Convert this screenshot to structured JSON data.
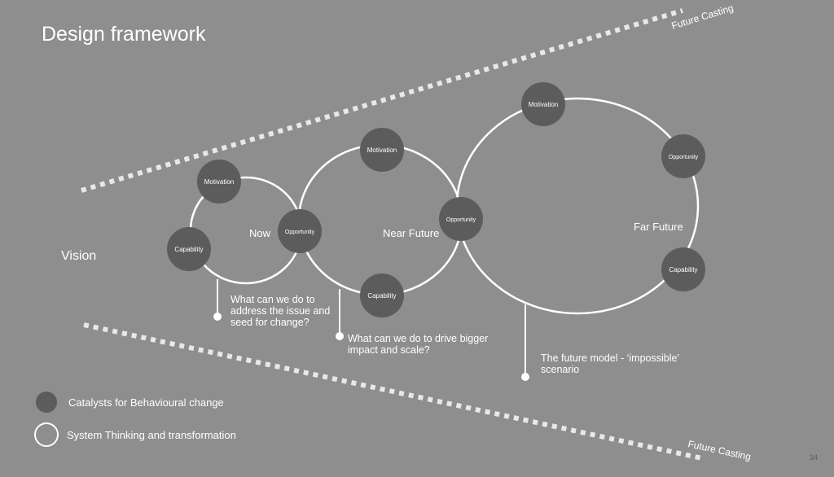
{
  "title": "Design framework",
  "future_casting_top": "Future Casting",
  "future_casting_bottom": "Future Casting",
  "vision": "Vision",
  "stages": {
    "now": "Now",
    "near": "Near Future",
    "far": "Far Future"
  },
  "nodes": {
    "now_motivation": "Motivation",
    "now_capability": "Capability",
    "now_opportunity": "Opportunity",
    "near_motivation": "Motivation",
    "near_opportunity": "Opportunity",
    "near_capability": "Capability",
    "far_motivation": "Motivation",
    "far_opportunity": "Opportunity",
    "far_capability": "Capability"
  },
  "questions": {
    "now": "What can we do to address the issue and seed for change?",
    "near": "What can we do to drive bigger impact and scale?",
    "far": "The future model - ‘impossible’ scenario"
  },
  "legend": {
    "catalysts": "Catalysts for Behavioural change",
    "system": "System Thinking and transformation"
  },
  "page_number": "34",
  "colors": {
    "background": "#8e8e8e",
    "node_fill": "#5c5c5c",
    "line": "#ffffff"
  }
}
